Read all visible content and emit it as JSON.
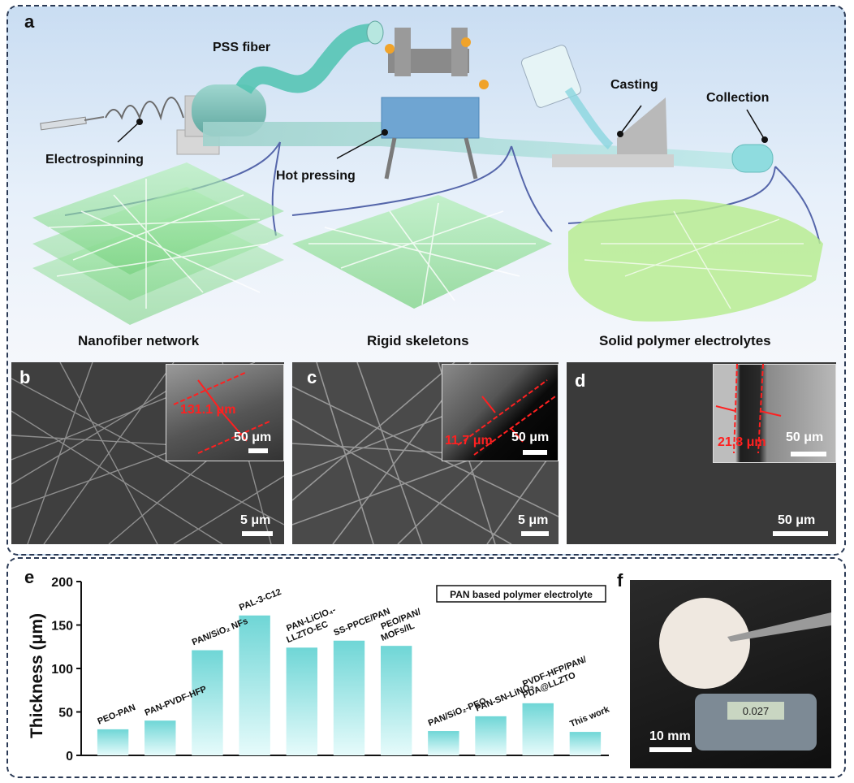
{
  "panel_a": {
    "label": "a",
    "labels": {
      "pss_fiber": "PSS fiber",
      "casting": "Casting",
      "collection": "Collection",
      "electrospinning": "Electrospinning",
      "hot_pressing": "Hot pressing"
    },
    "captions": [
      "Nanofiber network",
      "Rigid skeletons",
      "Solid polymer electrolytes"
    ]
  },
  "panel_b": {
    "label": "b",
    "scale": "5 μm",
    "inset_scale": "50 μm",
    "inset_thickness": "131.1 μm"
  },
  "panel_c": {
    "label": "c",
    "scale": "5 μm",
    "inset_scale": "50 μm",
    "inset_thickness": "11.7 μm"
  },
  "panel_d": {
    "label": "d",
    "scale": "50 μm",
    "inset_scale": "50 μm",
    "inset_thickness": "21.8 μm"
  },
  "panel_e": {
    "label": "e"
  },
  "panel_f": {
    "label": "f",
    "scale": "10 mm",
    "display": "0.027"
  },
  "colors": {
    "bar_top": "#6fd6d6",
    "bar_bottom": "#e6fbfb",
    "fiber_green": "#3ddc6a",
    "red": "#ff2020"
  },
  "chart_data": {
    "type": "bar",
    "legend_box": "PAN based polymer electrolyte",
    "ylabel": "Thickness (μm)",
    "ylim": [
      0,
      200
    ],
    "yticks": [
      0,
      50,
      100,
      150,
      200
    ],
    "categories": [
      "PEO-PAN",
      "PAN-PVDF-HFP",
      "PAN/SiO₂ NFs",
      "PAL-3-C12",
      "PAN-LiClO₄-LLZTO-EC",
      "SS-PPCE/PAN",
      "PEO/PAN/MOFs/IL",
      "PAN/SiO₂-PEO",
      "PAN-SN-LiNO₃",
      "PVDF-HFP/PAN/PDA@LLZTO",
      "This work"
    ],
    "label_lines": [
      [
        "PEO-PAN"
      ],
      [
        "PAN-PVDF-HFP"
      ],
      [
        "PAN/SiO₂ NFs"
      ],
      [
        "PAL-3-C12"
      ],
      [
        "PAN-LiClO₄-",
        "LLZTO-EC"
      ],
      [
        "SS-PPCE/PAN"
      ],
      [
        "PEO/PAN/",
        "MOFs/IL"
      ],
      [
        "PAN/SiO₂-PEO"
      ],
      [
        "PAN-SN-LiNO₃"
      ],
      [
        "PVDF-HFP/PAN/",
        "PDA@LLZTO"
      ],
      [
        "This work"
      ]
    ],
    "values": [
      30,
      40,
      121,
      161,
      124,
      132,
      126,
      28,
      45,
      60,
      27
    ]
  }
}
